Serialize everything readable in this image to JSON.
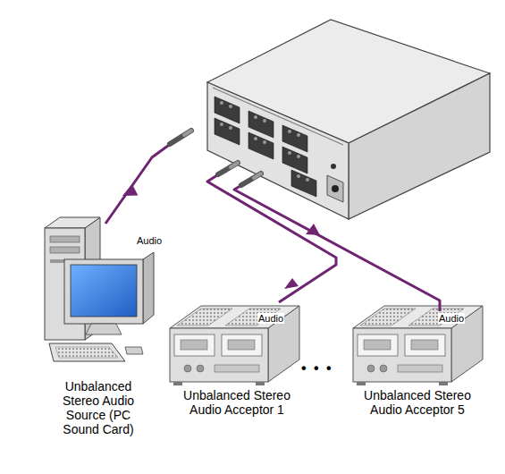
{
  "diagram": {
    "nodes": [
      {
        "text": [
          "Unbalanced Stereo Audio Source (PC Sound Card)"
        ]
      },
      {
        "text": [
          "Unbalanced Stereo Audio Acceptor 1"
        ]
      },
      {
        "text": [
          "Unbalanced Stereo Audio Acceptor 5"
        ]
      }
    ],
    "labels": [
      "Audio",
      "Audio",
      "Audio",
      "• • •"
    ]
  }
}
